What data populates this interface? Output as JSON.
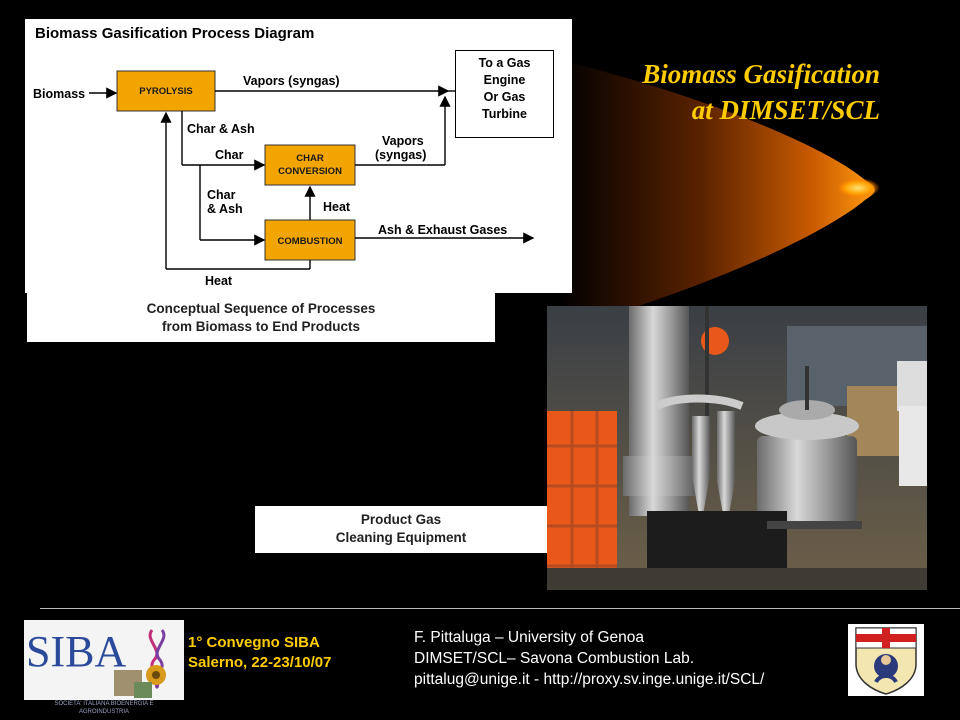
{
  "slide": {
    "title_line1": "Biomass Gasification",
    "title_line2": "at DIMSET/SCL"
  },
  "diagram": {
    "heading": "Biomass Gasification Process Diagram",
    "input_label": "Biomass",
    "boxes": {
      "pyrolysis": "PYROLYSIS",
      "char_conversion_line1": "CHAR",
      "char_conversion_line2": "CONVERSION",
      "combustion": "COMBUSTION"
    },
    "flows": {
      "vapors_syngas": "Vapors (syngas)",
      "char_ash_1": "Char & Ash",
      "char": "Char",
      "vapors2_line1": "Vapors",
      "vapors2_line2": "(syngas)",
      "char_ash_2_line1": "Char",
      "char_ash_2_line2": "& Ash",
      "heat_up": "Heat",
      "ash_exhaust": "Ash & Exhaust Gases",
      "heat_bottom": "Heat"
    },
    "destination": [
      "To a Gas",
      "Engine",
      "Or Gas",
      "Turbine"
    ]
  },
  "captions": {
    "diagram": [
      "Conceptual Sequence of Processes",
      "from Biomass to End Products"
    ],
    "photo": [
      "Product Gas",
      "Cleaning Equipment"
    ]
  },
  "footer": {
    "logo_text": "SIBA",
    "logo_caption": [
      "SOCIETA' ITALIANA BIOENERGIA E",
      "AGROINDUSTRIA"
    ],
    "conference": [
      "1° Convegno SIBA",
      "Salerno, 22-23/10/07"
    ],
    "author": [
      "F. Pittaluga – University of Genoa",
      "DIMSET/SCL– Savona Combustion Lab.",
      "pittalug@unige.it - http://proxy.sv.inge.unige.it/SCL/"
    ]
  },
  "colors": {
    "title": "#ffcc00",
    "box_fill": "#f2a400",
    "background": "#000000"
  }
}
